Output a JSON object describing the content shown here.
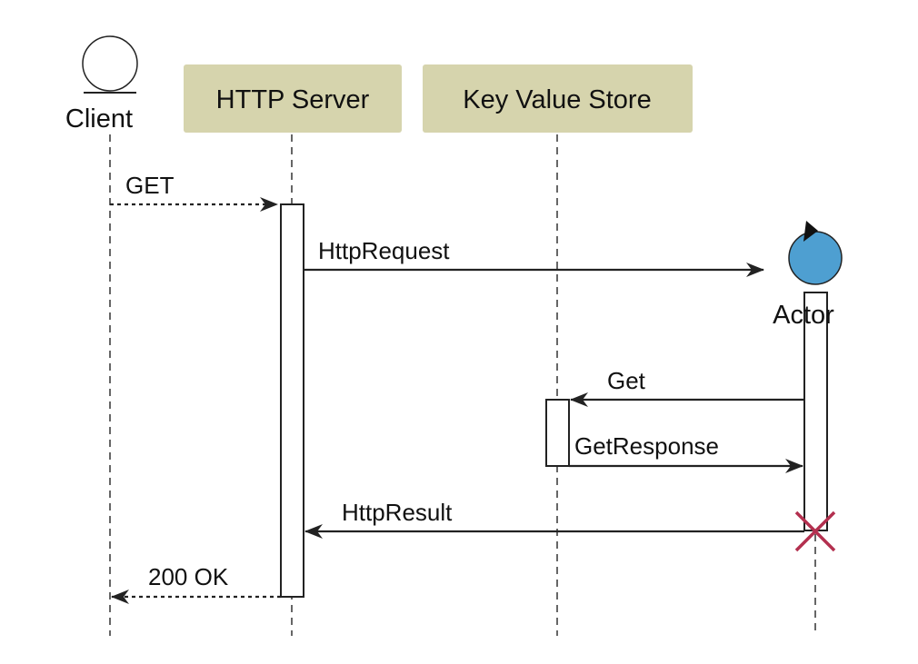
{
  "participants": {
    "client": "Client",
    "http_server": "HTTP Server",
    "kv_store": "Key Value Store",
    "actor": "Actor"
  },
  "messages": {
    "get_request": "GET",
    "http_request": "HttpRequest",
    "get": "Get",
    "get_response": "GetResponse",
    "http_result": "HttpResult",
    "ok_response": "200 OK"
  },
  "colors": {
    "participant_box": "#d6d4ad",
    "actor_fill": "#4e9fd1",
    "destroy_mark": "#b3304f"
  }
}
